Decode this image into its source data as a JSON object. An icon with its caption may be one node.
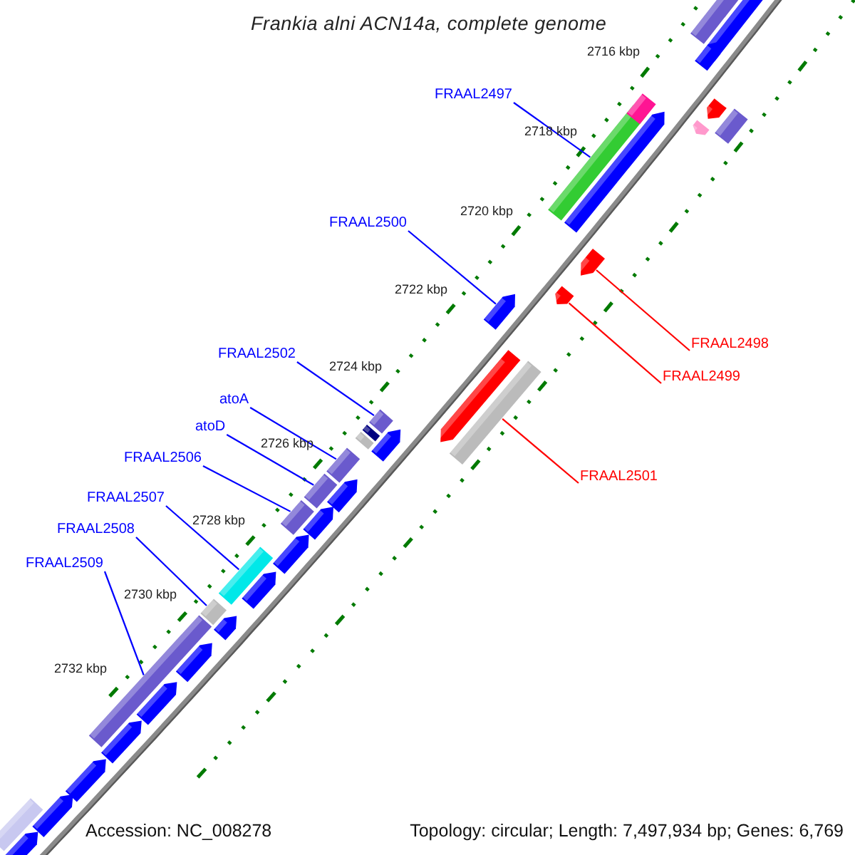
{
  "diagram": {
    "title": "Frankia alni ACN14a, complete genome",
    "nodes": [
      {
        "text": [
          "FRAAL2497"
        ]
      },
      {
        "text": [],
        "shape": "bar"
      },
      {
        "text": [
          "FRAAL2500"
        ]
      },
      {
        "text": [],
        "shape": "bar"
      },
      {
        "text": [
          "FRAAL2498"
        ]
      },
      {
        "text": [],
        "shape": "bar"
      },
      {
        "text": [
          "FRAAL2502"
        ]
      },
      {
        "text": [],
        "shape": "bar"
      },
      {
        "text": [
          "FRAAL2499"
        ]
      },
      {
        "text": [],
        "shape": "bar"
      },
      {
        "text": [
          "atoA"
        ]
      },
      {
        "text": [],
        "shape": "bar"
      },
      {
        "text": [
          "atoD"
        ]
      },
      {
        "text": [],
        "shape": "bar"
      },
      {
        "text": [
          "FRAAL2506"
        ]
      },
      {
        "text": [],
        "shape": "bar"
      },
      {
        "text": [
          "FRAAL2501"
        ]
      },
      {
        "text": [],
        "shape": "bar"
      },
      {
        "text": [
          "FRAAL2507"
        ]
      },
      {
        "text": [],
        "shape": "bar"
      },
      {
        "text": [
          "FRAAL2508"
        ]
      },
      {
        "text": [],
        "shape": "bar"
      },
      {
        "text": [
          "FRAAL2509"
        ]
      },
      {
        "text": [],
        "shape": "bar"
      },
      {
        "text": [],
        "shape": "bar"
      },
      {
        "text": [],
        "shape": "bar"
      },
      {
        "text": [],
        "shape": "bar"
      },
      {
        "text": [],
        "shape": "bar"
      },
      {
        "text": [],
        "shape": "bar"
      },
      {
        "text": [],
        "shape": "bar"
      },
      {
        "text": [],
        "shape": "bar"
      },
      {
        "text": [],
        "shape": "bar"
      },
      {
        "text": [],
        "shape": "bar"
      },
      {
        "text": [],
        "shape": "bar"
      },
      {
        "text": [],
        "shape": "bar"
      },
      {
        "text": [],
        "shape": "bar"
      },
      {
        "text": [],
        "shape": "bar"
      },
      {
        "text": [],
        "shape": "bar"
      },
      {
        "text": [],
        "shape": "bar"
      },
      {
        "text": [],
        "shape": "bar"
      },
      {
        "text": [],
        "shape": "bar"
      },
      {
        "text": [],
        "shape": "bar"
      },
      {
        "text": [],
        "shape": "bar"
      },
      {
        "text": [],
        "shape": "bar"
      },
      {
        "text": [],
        "shape": "bar"
      },
      {
        "text": [],
        "shape": "bar"
      },
      {
        "text": [],
        "shape": "bar"
      },
      {
        "text": [],
        "shape": "bar"
      }
    ],
    "edges": [
      {
        "from": 0,
        "to": 1,
        "arrow": "none"
      },
      {
        "from": 2,
        "to": 3,
        "arrow": "none"
      },
      {
        "from": 4,
        "to": 5,
        "arrow": "none",
        "color": "#ff0000"
      },
      {
        "from": 6,
        "to": 7,
        "arrow": "none"
      },
      {
        "from": 8,
        "to": 9,
        "arrow": "none",
        "color": "#ff0000"
      },
      {
        "from": 10,
        "to": 11,
        "arrow": "none"
      },
      {
        "from": 12,
        "to": 13,
        "arrow": "none"
      },
      {
        "from": 14,
        "to": 15,
        "arrow": "none"
      },
      {
        "from": 16,
        "to": 17,
        "arrow": "none",
        "color": "#ff0000"
      },
      {
        "from": 18,
        "to": 19,
        "arrow": "none"
      },
      {
        "from": 20,
        "to": 21,
        "arrow": "none"
      },
      {
        "from": 22,
        "to": 23,
        "arrow": "none"
      }
    ],
    "labels": [
      "2716 kbp",
      "2718 kbp",
      "2720 kbp",
      "2722 kbp",
      "2724 kbp",
      "2726 kbp",
      "2728 kbp",
      "2730 kbp",
      "2732 kbp",
      "Accession: NC_008278",
      "Topology: circular; Length: 7,497,934 bp; Genes: 6,769"
    ]
  }
}
